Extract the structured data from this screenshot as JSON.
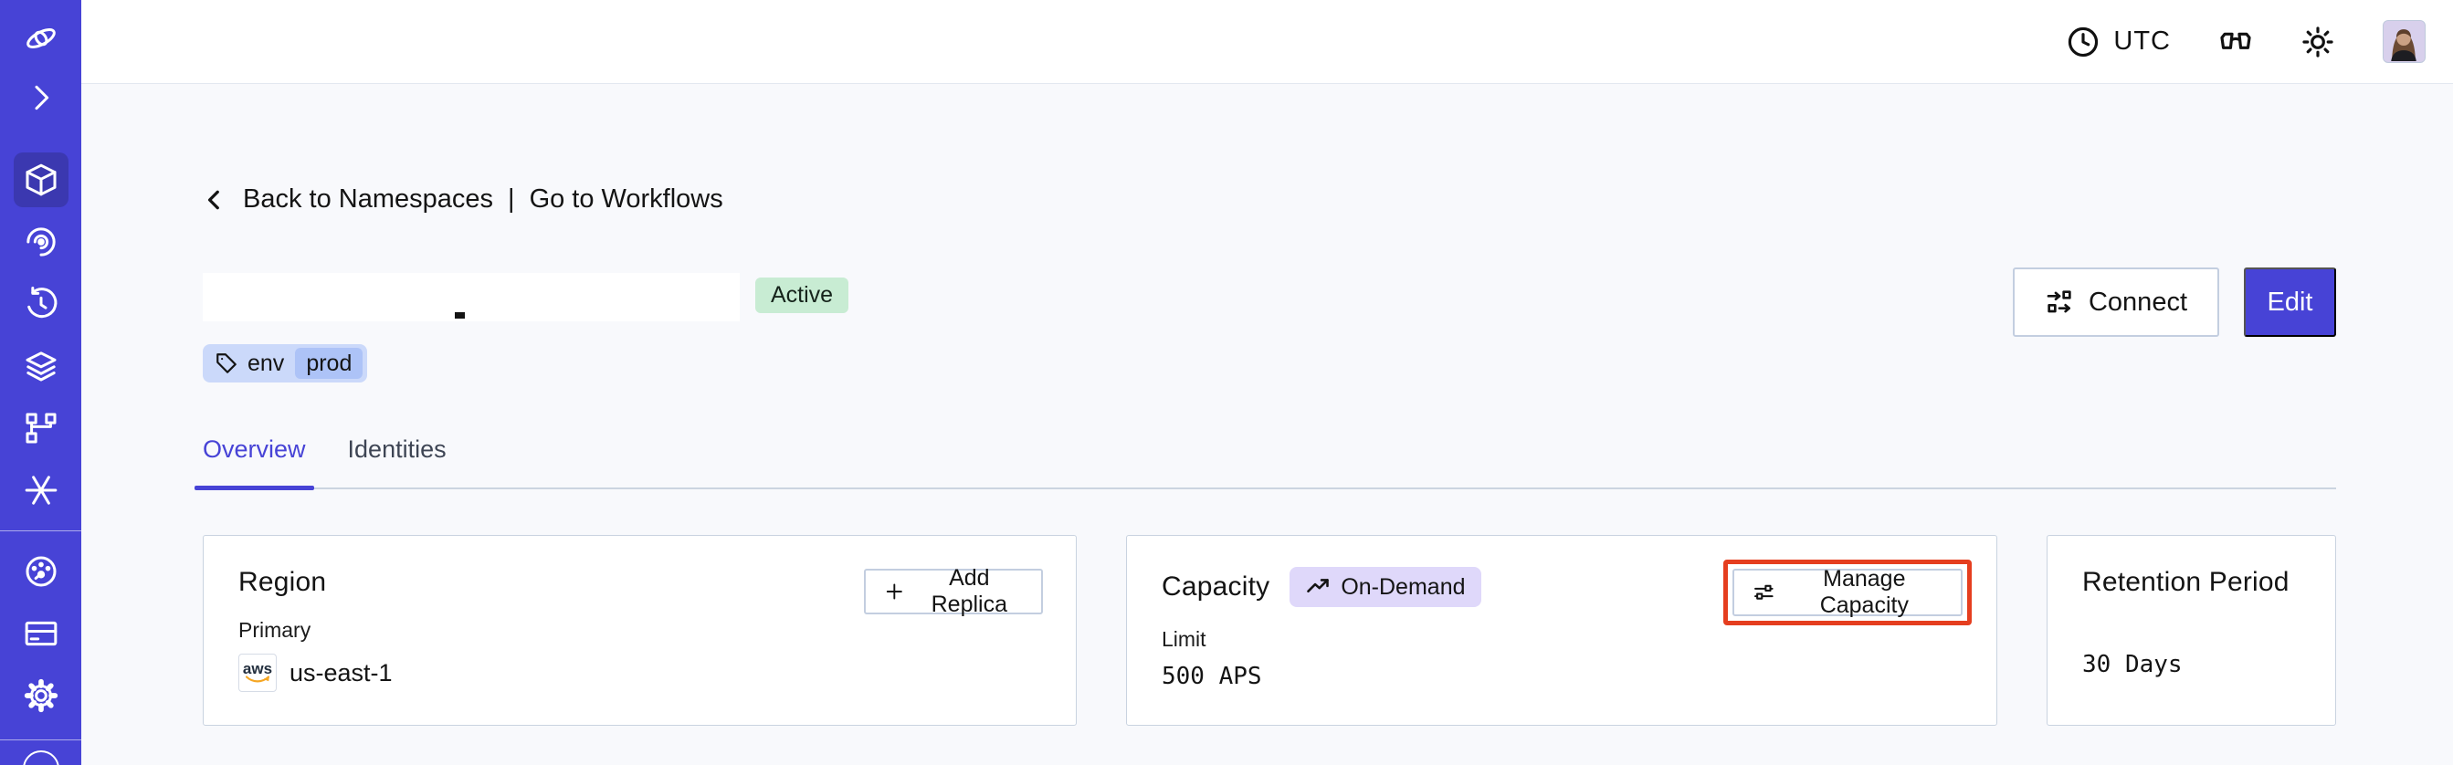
{
  "topbar": {
    "timezone": "UTC",
    "icons": [
      "clock-icon",
      "glasses-icon",
      "sun-icon",
      "avatar"
    ]
  },
  "sidebar": {
    "items": [
      {
        "icon": "temporal-logo"
      },
      {
        "icon": "chevron-right-expand"
      },
      {
        "icon": "namespaces-cube",
        "active": true
      },
      {
        "icon": "workflows-eye"
      },
      {
        "icon": "schedules-timer"
      },
      {
        "icon": "layers"
      },
      {
        "icon": "deployments-branch"
      },
      {
        "icon": "nexus-asterisk"
      },
      {
        "icon": "usage-gauge"
      },
      {
        "icon": "billing-card"
      },
      {
        "icon": "settings-gear"
      },
      {
        "icon": "partial-bottom-circle"
      }
    ]
  },
  "breadcrumb": {
    "back_label": "Back to Namespaces",
    "separator": "|",
    "go_label": "Go to Workflows"
  },
  "namespace": {
    "status": "Active",
    "tag_key": "env",
    "tag_value": "prod"
  },
  "actions": {
    "connect_label": "Connect",
    "edit_label": "Edit"
  },
  "tabs": [
    {
      "label": "Overview",
      "active": true
    },
    {
      "label": "Identities",
      "active": false
    }
  ],
  "cards": {
    "region": {
      "title": "Region",
      "button_label": "Add Replica",
      "label": "Primary",
      "provider": "aws",
      "value": "us-east-1"
    },
    "capacity": {
      "title": "Capacity",
      "badge": "On-Demand",
      "button_label": "Manage Capacity",
      "label": "Limit",
      "value": "500 APS"
    },
    "retention": {
      "title": "Retention Period",
      "value": "30 Days"
    }
  },
  "colors": {
    "sidebar": "#4743D6",
    "sidebar_active": "#3B38B0",
    "accent": "#4743D6",
    "page_bg": "#F8F9FC",
    "card_border": "#C9D3E0",
    "status_active_bg": "#C8ECD3",
    "tag_outer_bg": "#CBD9FA",
    "tag_inner_bg": "#ADC3F7",
    "ondemand_bg": "#DFD8FA",
    "highlight_red": "#E53E1F",
    "aws_orange": "#F5A623"
  }
}
